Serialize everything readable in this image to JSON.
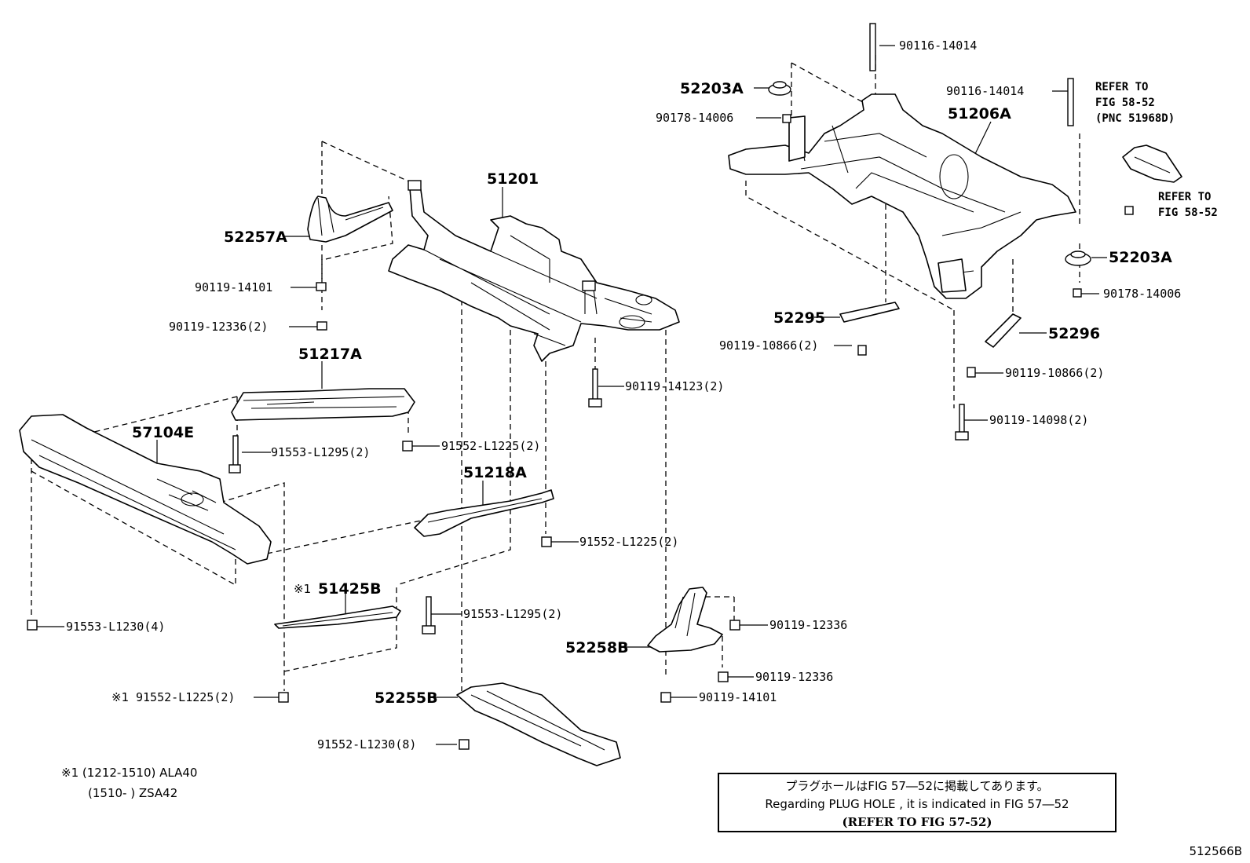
{
  "labels": {
    "l_90116_14014_top": "90116-14014",
    "l_90116_14014_b": "90116-14014",
    "l_52203A_a": "52203A",
    "l_90178_14006_a": "90178-14006",
    "l_51206A": "51206A",
    "l_refer_a1": "REFER TO",
    "l_refer_a2": "FIG 58-52",
    "l_refer_a3": "(PNC 51968D)",
    "l_refer_b1": "REFER TO",
    "l_refer_b2": "FIG 58-52",
    "l_52203A_b": "52203A",
    "l_90178_14006_b": "90178-14006",
    "l_51201": "51201",
    "l_52257A": "52257A",
    "l_90119_14101_a": "90119-14101",
    "l_90119_12336_2": "90119-12336(2)",
    "l_51217A": "51217A",
    "l_57104E": "57104E",
    "l_91553_L1295_a": "91553-L1295(2)",
    "l_91552_L1225_a": "91552-L1225(2)",
    "l_90119_14123": "90119-14123(2)",
    "l_52295": "52295",
    "l_90119_10866_a": "90119-10866(2)",
    "l_52296": "52296",
    "l_90119_10866_b": "90119-10866(2)",
    "l_90119_14098": "90119-14098(2)",
    "l_51218A": "51218A",
    "l_91552_L1225_b": "91552-L1225(2)",
    "l_51425B_mark": "※1",
    "l_51425B": "51425B",
    "l_91553_L1295_b": "91553-L1295(2)",
    "l_91553_L1230": "91553-L1230(4)",
    "l_90119_12336_a": "90119-12336",
    "l_52258B": "52258B",
    "l_90119_12336_b": "90119-12336",
    "l_91552_L1225_c_mark": "※1",
    "l_91552_L1225_c": "91552-L1225(2)",
    "l_52255B": "52255B",
    "l_90119_14101_b": "90119-14101",
    "l_91552_L1230": "91552-L1230(8)"
  },
  "footnote": {
    "line1": "※1 (1212-1510) ALA40",
    "line2": "(1510-      ) ZSA42"
  },
  "note_box": {
    "japanese": "プラグホールはFIG 57―52に掲載してあります。",
    "english": "Regarding  PLUG  HOLE , it is indicated in FIG  57―52",
    "refer": "(REFER TO FIG 57-52)"
  },
  "figure_number": "512566B"
}
